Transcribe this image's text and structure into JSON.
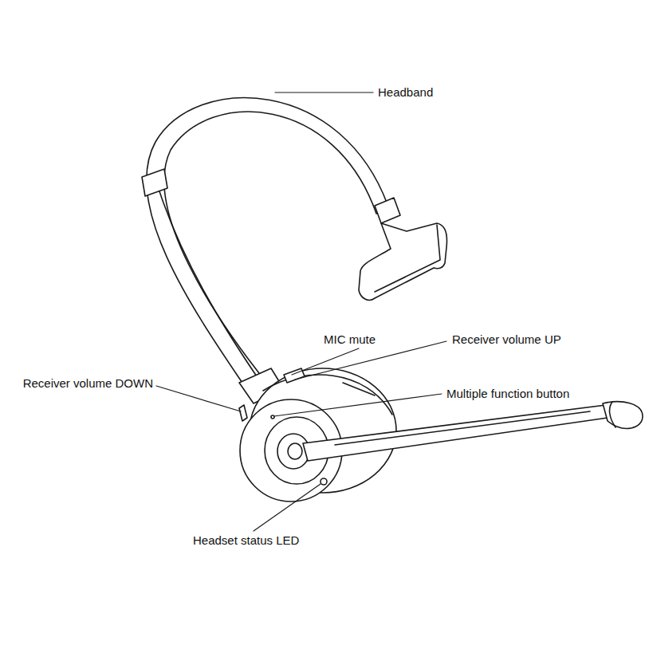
{
  "diagram": {
    "labels": [
      "Headband",
      "MIC mute",
      "Receiver volume UP",
      "Multiple function button",
      "Receiver volume DOWN",
      "Headset status LED"
    ]
  }
}
